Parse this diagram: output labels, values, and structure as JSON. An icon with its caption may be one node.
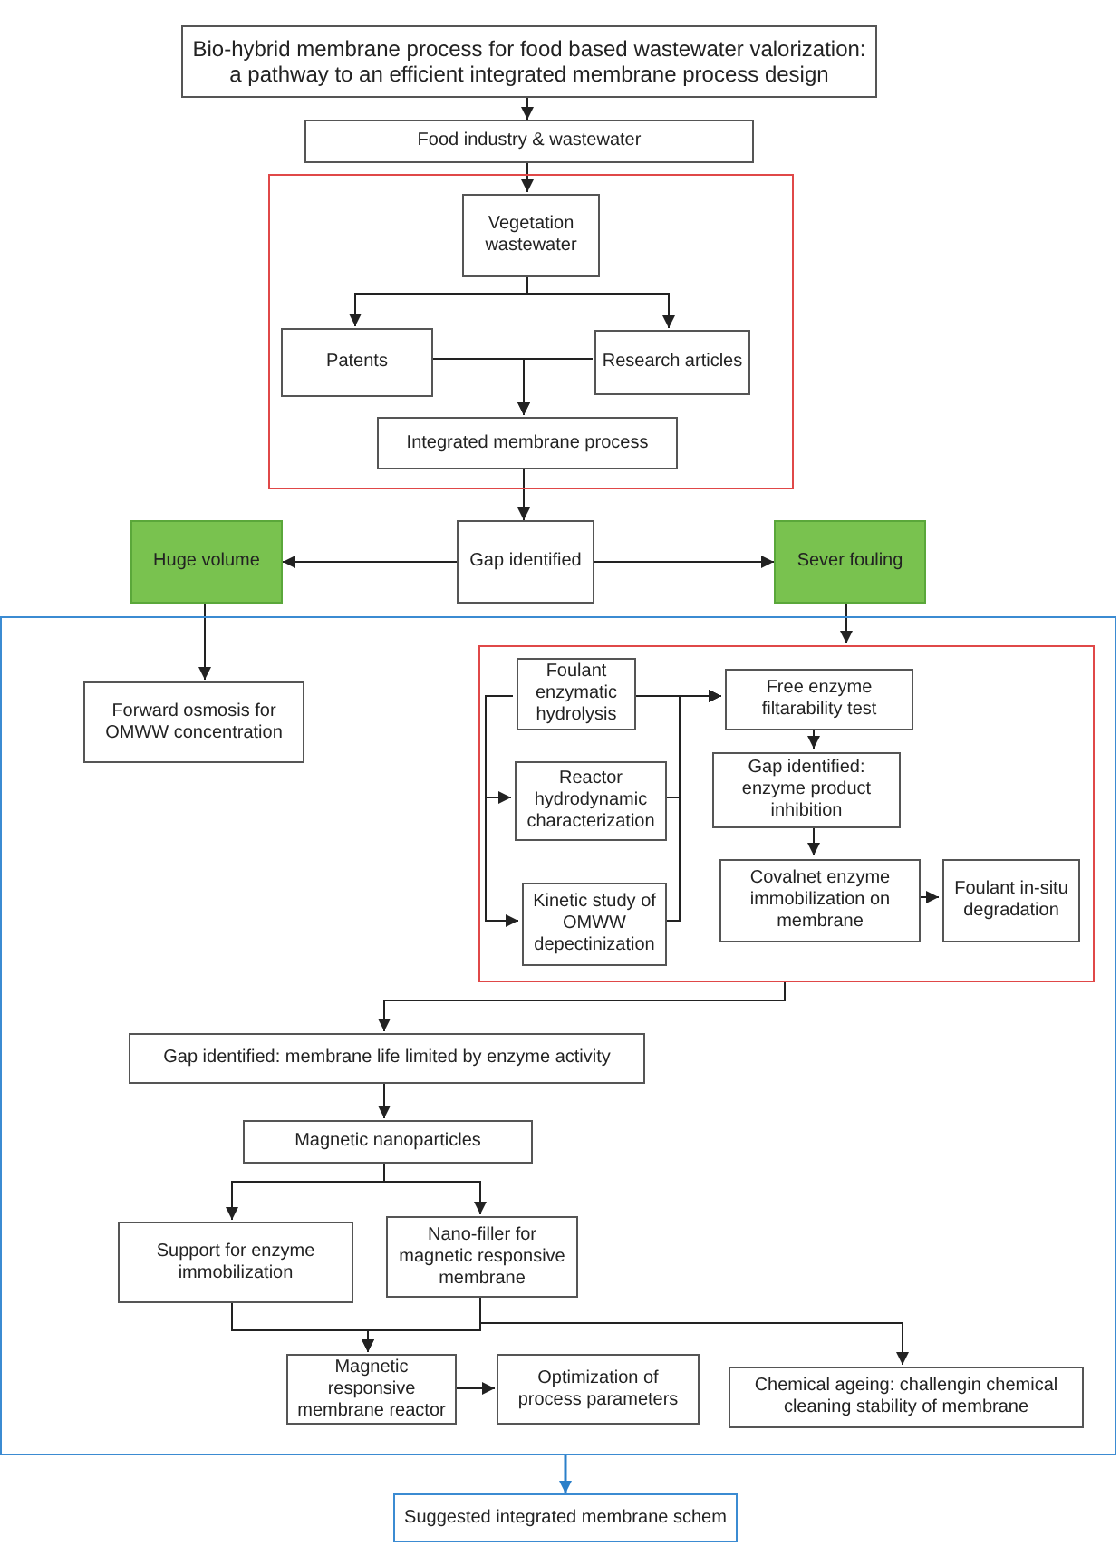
{
  "diagram": {
    "nodes": [
      {
        "text": [
          "Bio-hybrid membrane process for food based wastewater valorization: a pathway to an efficient integrated membrane process design"
        ]
      },
      {
        "text": [
          "Food industry & wastewater"
        ]
      },
      {
        "text": [],
        "shape": "box"
      },
      {
        "text": [
          "Vegetation wastewater"
        ],
        "in": 2
      },
      {
        "text": [
          "Patents"
        ],
        "in": 2
      },
      {
        "text": [
          "Research articles"
        ],
        "in": 2
      },
      {
        "text": [
          "Integrated membrane process"
        ],
        "in": 2
      },
      {
        "text": [
          "Huge volume"
        ]
      },
      {
        "text": [
          "Gap identified"
        ]
      },
      {
        "text": [
          "Sever fouling"
        ]
      },
      {
        "text": [],
        "shape": "box"
      },
      {
        "text": [
          "Forward osmosis for OMWW concentration"
        ],
        "in": 10
      },
      {
        "text": [],
        "shape": "box",
        "in": 10
      },
      {
        "text": [
          "Foulant enzymatic hydrolysis"
        ],
        "in": 12
      },
      {
        "text": [
          "Reactor hydrodynamic characterization"
        ],
        "in": 12
      },
      {
        "text": [
          "Kinetic study of OMWW depectinization"
        ],
        "in": 12
      },
      {
        "text": [
          "Free enzyme filtarability test"
        ],
        "in": 12
      },
      {
        "text": [
          "Gap identified: enzyme product inhibition"
        ],
        "in": 12
      },
      {
        "text": [
          "Covalnet enzyme immobilization on membrane"
        ],
        "in": 12
      },
      {
        "text": [
          "Foulant in-situ degradation"
        ],
        "in": 12
      },
      {
        "text": [
          "Gap identified: membrane life limited by enzyme activity"
        ],
        "in": 10
      },
      {
        "text": [
          "Magnetic nanoparticles"
        ],
        "in": 10
      },
      {
        "text": [
          "Support for enzyme immobilization"
        ],
        "in": 10
      },
      {
        "text": [
          "Nano-filler for magnetic responsive membrane"
        ],
        "in": 10
      },
      {
        "text": [
          "Magnetic responsive membrane reactor"
        ],
        "in": 10
      },
      {
        "text": [
          "Optimization of process parameters"
        ],
        "in": 10
      },
      {
        "text": [
          "Chemical ageing: challengin chemical cleaning stability of membrane"
        ],
        "in": 10
      },
      {
        "text": [
          "Suggested integrated membrane schem"
        ]
      }
    ],
    "edges": [
      {
        "from": 0,
        "to": 1,
        "arrow": "to"
      },
      {
        "from": 1,
        "to": 3,
        "arrow": "to"
      },
      {
        "from": 3,
        "to": 4,
        "arrow": "to"
      },
      {
        "from": 3,
        "to": 5,
        "arrow": "to"
      },
      {
        "from": 4,
        "to": 6,
        "arrow": "to"
      },
      {
        "from": 5,
        "to": 6,
        "arrow": "to"
      },
      {
        "from": 6,
        "to": 8,
        "arrow": "to"
      },
      {
        "from": 8,
        "to": 7,
        "arrow": "to"
      },
      {
        "from": 8,
        "to": 9,
        "arrow": "to"
      },
      {
        "from": 7,
        "to": 11,
        "arrow": "to"
      },
      {
        "from": 9,
        "to": 12,
        "arrow": "to"
      },
      {
        "from": 13,
        "to": 14,
        "arrow": "to"
      },
      {
        "from": 13,
        "to": 15,
        "arrow": "to"
      },
      {
        "from": 13,
        "to": 16,
        "arrow": "to"
      },
      {
        "from": 14,
        "to": 16,
        "arrow": "to"
      },
      {
        "from": 15,
        "to": 16,
        "arrow": "to"
      },
      {
        "from": 16,
        "to": 17,
        "arrow": "to"
      },
      {
        "from": 17,
        "to": 18,
        "arrow": "to"
      },
      {
        "from": 18,
        "to": 19,
        "arrow": "to"
      },
      {
        "from": 12,
        "to": 20,
        "arrow": "to"
      },
      {
        "from": 20,
        "to": 21,
        "arrow": "to"
      },
      {
        "from": 21,
        "to": 22,
        "arrow": "to"
      },
      {
        "from": 21,
        "to": 23,
        "arrow": "to"
      },
      {
        "from": 22,
        "to": 24,
        "arrow": "to"
      },
      {
        "from": 23,
        "to": 24,
        "arrow": "to"
      },
      {
        "from": 23,
        "to": 26,
        "arrow": "to"
      },
      {
        "from": 24,
        "to": 25,
        "arrow": "to"
      },
      {
        "from": 10,
        "to": 27,
        "arrow": "to",
        "color": "#2a7fc9"
      }
    ]
  }
}
